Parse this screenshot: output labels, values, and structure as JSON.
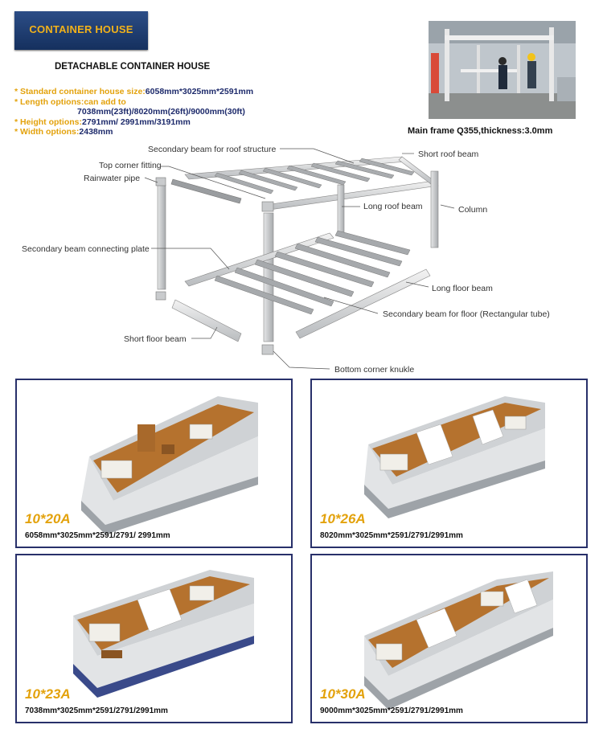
{
  "banner": "CONTAINER HOUSE",
  "subtitle": "DETACHABLE CONTAINER HOUSE",
  "specs": [
    {
      "key": "* Standard container house size:",
      "value": "6058mm*3025mm*2591mm"
    },
    {
      "key": "* Length options:",
      "value": "can add to"
    },
    {
      "key": "",
      "value": "7038mm(23ft)/8020mm(26ft)/9000mm(30ft)"
    },
    {
      "key": "* Height options:",
      "value": "2791mm/ 2991mm/3191mm"
    },
    {
      "key": "* Width options:",
      "value": "2438mm"
    }
  ],
  "photo_caption": "Main frame Q355,thickness:3.0mm",
  "diagram_labels": {
    "secondary_roof": "Secondary beam for roof structure",
    "short_roof": "Short roof beam",
    "top_corner": "Top corner fitting",
    "rainwater": "Rainwater pipe",
    "long_roof": "Long roof beam",
    "column": "Column",
    "conn_plate": "Secondary beam connecting plate",
    "long_floor": "Long floor beam",
    "secondary_floor": "Secondary beam for floor (Rectangular tube)",
    "short_floor": "Short floor beam",
    "bottom_corner": "Bottom corner knukle"
  },
  "models": [
    {
      "name": "10*20A",
      "dims": "6058mm*3025mm*2591/2791/ 2991mm"
    },
    {
      "name": "10*26A",
      "dims": "8020mm*3025mm*2591/2791/2991mm"
    },
    {
      "name": "10*23A",
      "dims": "7038mm*3025mm*2591/2791/2991mm"
    },
    {
      "name": "10*30A",
      "dims": "9000mm*3025mm*2591/2791/2991mm"
    }
  ],
  "colors": {
    "banner": "#1d3b70",
    "accent": "#e3a20c",
    "frame": "#28306a",
    "floor": "#b5722e",
    "wall": "#d9dcdf"
  }
}
